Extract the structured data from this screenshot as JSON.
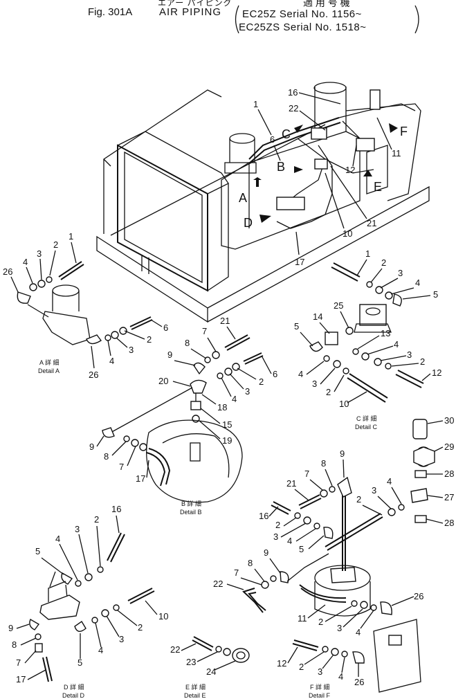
{
  "header": {
    "japanese_title": "エアー パイピング",
    "fig_number": "Fig. 301A",
    "title": "AIR PIPING",
    "applicable_jp": "適 用 号 機",
    "serial_lines": [
      "EC25Z Serial No. 1156~",
      "EC25ZS Serial No. 1518~"
    ]
  },
  "view_letters": [
    "A",
    "B",
    "C",
    "D",
    "E",
    "F"
  ],
  "detail_labels": {
    "a": {
      "jp": "A 詳 細",
      "en": "Detail A"
    },
    "b": {
      "jp": "B 詳 細",
      "en": "Detail B"
    },
    "c": {
      "jp": "C 詳 細",
      "en": "Detail C"
    },
    "d": {
      "jp": "D 詳 細",
      "en": "Detail D"
    },
    "e": {
      "jp": "E 詳 細",
      "en": "Detail E"
    },
    "f": {
      "jp": "F 詳 細",
      "en": "Detail F"
    }
  },
  "callouts": {
    "main": [
      "16",
      "1",
      "22",
      "6",
      "11",
      "12",
      "21",
      "10",
      "17"
    ],
    "a": [
      "1",
      "2",
      "3",
      "4",
      "26",
      "6",
      "2",
      "3",
      "4",
      "26"
    ],
    "b": [
      "21",
      "7",
      "8",
      "9",
      "6",
      "2",
      "3",
      "4",
      "20",
      "18",
      "15",
      "19",
      "9",
      "8",
      "7",
      "17"
    ],
    "c": [
      "1",
      "2",
      "3",
      "4",
      "5",
      "25",
      "14",
      "13",
      "5",
      "4",
      "3",
      "2",
      "4",
      "3",
      "2",
      "12",
      "10"
    ],
    "d": [
      "16",
      "2",
      "3",
      "4",
      "5",
      "10",
      "2",
      "3",
      "4",
      "5",
      "9",
      "8",
      "7",
      "17"
    ],
    "e": [
      "22",
      "23",
      "24"
    ],
    "f": [
      "30",
      "29",
      "28",
      "27",
      "28",
      "9",
      "8",
      "7",
      "21",
      "2",
      "3",
      "4",
      "16",
      "2",
      "3",
      "4",
      "5",
      "8",
      "9",
      "7",
      "22",
      "26",
      "11",
      "2",
      "3",
      "4",
      "12",
      "2",
      "3",
      "4",
      "26"
    ]
  }
}
